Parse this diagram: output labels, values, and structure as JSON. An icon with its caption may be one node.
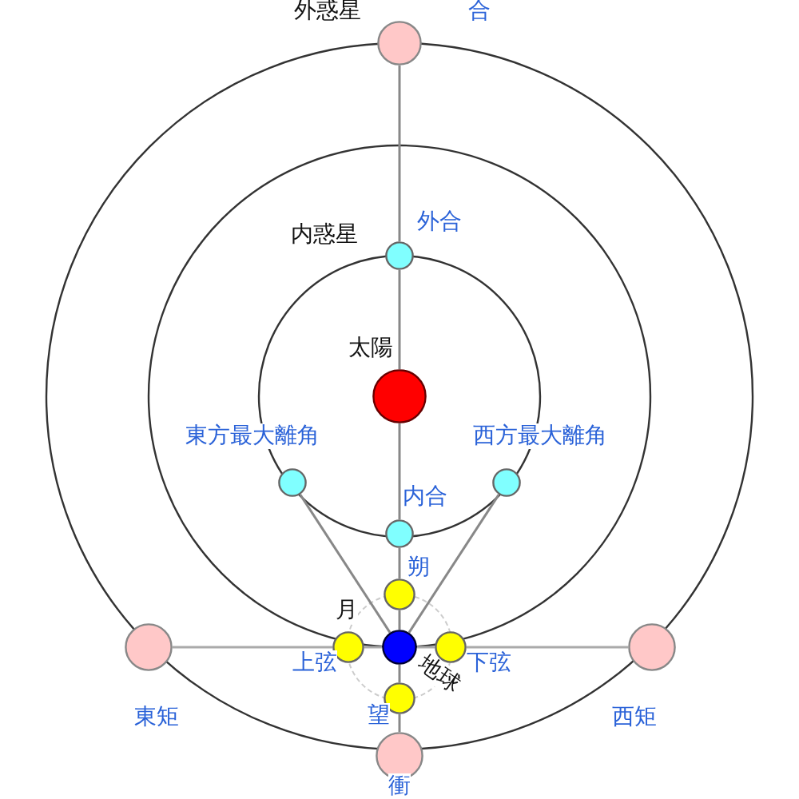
{
  "diagram": {
    "nodes": [
      {
        "text": [],
        "shape": "circle",
        "beside": [
          "外惑星",
          "合"
        ]
      },
      {
        "text": [],
        "shape": "circle",
        "beside": [
          "内惑星",
          "外合"
        ]
      },
      {
        "text": [],
        "shape": "circle",
        "beside": [
          "太陽"
        ]
      },
      {
        "text": [],
        "shape": "circle",
        "beside": [
          "東方最大離角"
        ]
      },
      {
        "text": [],
        "shape": "circle",
        "beside": [
          "西方最大離角"
        ]
      },
      {
        "text": [],
        "shape": "circle",
        "beside": [
          "内合"
        ]
      },
      {
        "text": [],
        "shape": "circle",
        "beside": [
          "朔"
        ]
      },
      {
        "text": [],
        "shape": "circle",
        "beside": [
          "東矩"
        ]
      },
      {
        "text": [],
        "shape": "circle",
        "beside": [
          "月",
          "上弦"
        ]
      },
      {
        "text": [],
        "shape": "circle",
        "beside": [
          "地球"
        ]
      },
      {
        "text": [],
        "shape": "circle",
        "beside": [
          "下弦"
        ]
      },
      {
        "text": [],
        "shape": "circle",
        "beside": [
          "西矩"
        ]
      },
      {
        "text": [],
        "shape": "circle",
        "beside": [
          "望"
        ]
      },
      {
        "text": [],
        "shape": "circle",
        "beside": [
          "衝"
        ]
      }
    ],
    "edges": [
      {
        "from": 0,
        "to": 1,
        "arrow": "none"
      },
      {
        "from": 1,
        "to": 2,
        "arrow": "none"
      },
      {
        "from": 2,
        "to": 5,
        "arrow": "none"
      },
      {
        "from": 5,
        "to": 6,
        "arrow": "none"
      },
      {
        "from": 6,
        "to": 9,
        "arrow": "none"
      },
      {
        "from": 9,
        "to": 12,
        "arrow": "none"
      },
      {
        "from": 12,
        "to": 13,
        "arrow": "none"
      },
      {
        "from": 7,
        "to": 8,
        "arrow": "none"
      },
      {
        "from": 8,
        "to": 9,
        "arrow": "none"
      },
      {
        "from": 9,
        "to": 10,
        "arrow": "none"
      },
      {
        "from": 10,
        "to": 11,
        "arrow": "none"
      },
      {
        "from": 9,
        "to": 3,
        "arrow": "none"
      },
      {
        "from": 9,
        "to": 4,
        "arrow": "none"
      }
    ]
  }
}
